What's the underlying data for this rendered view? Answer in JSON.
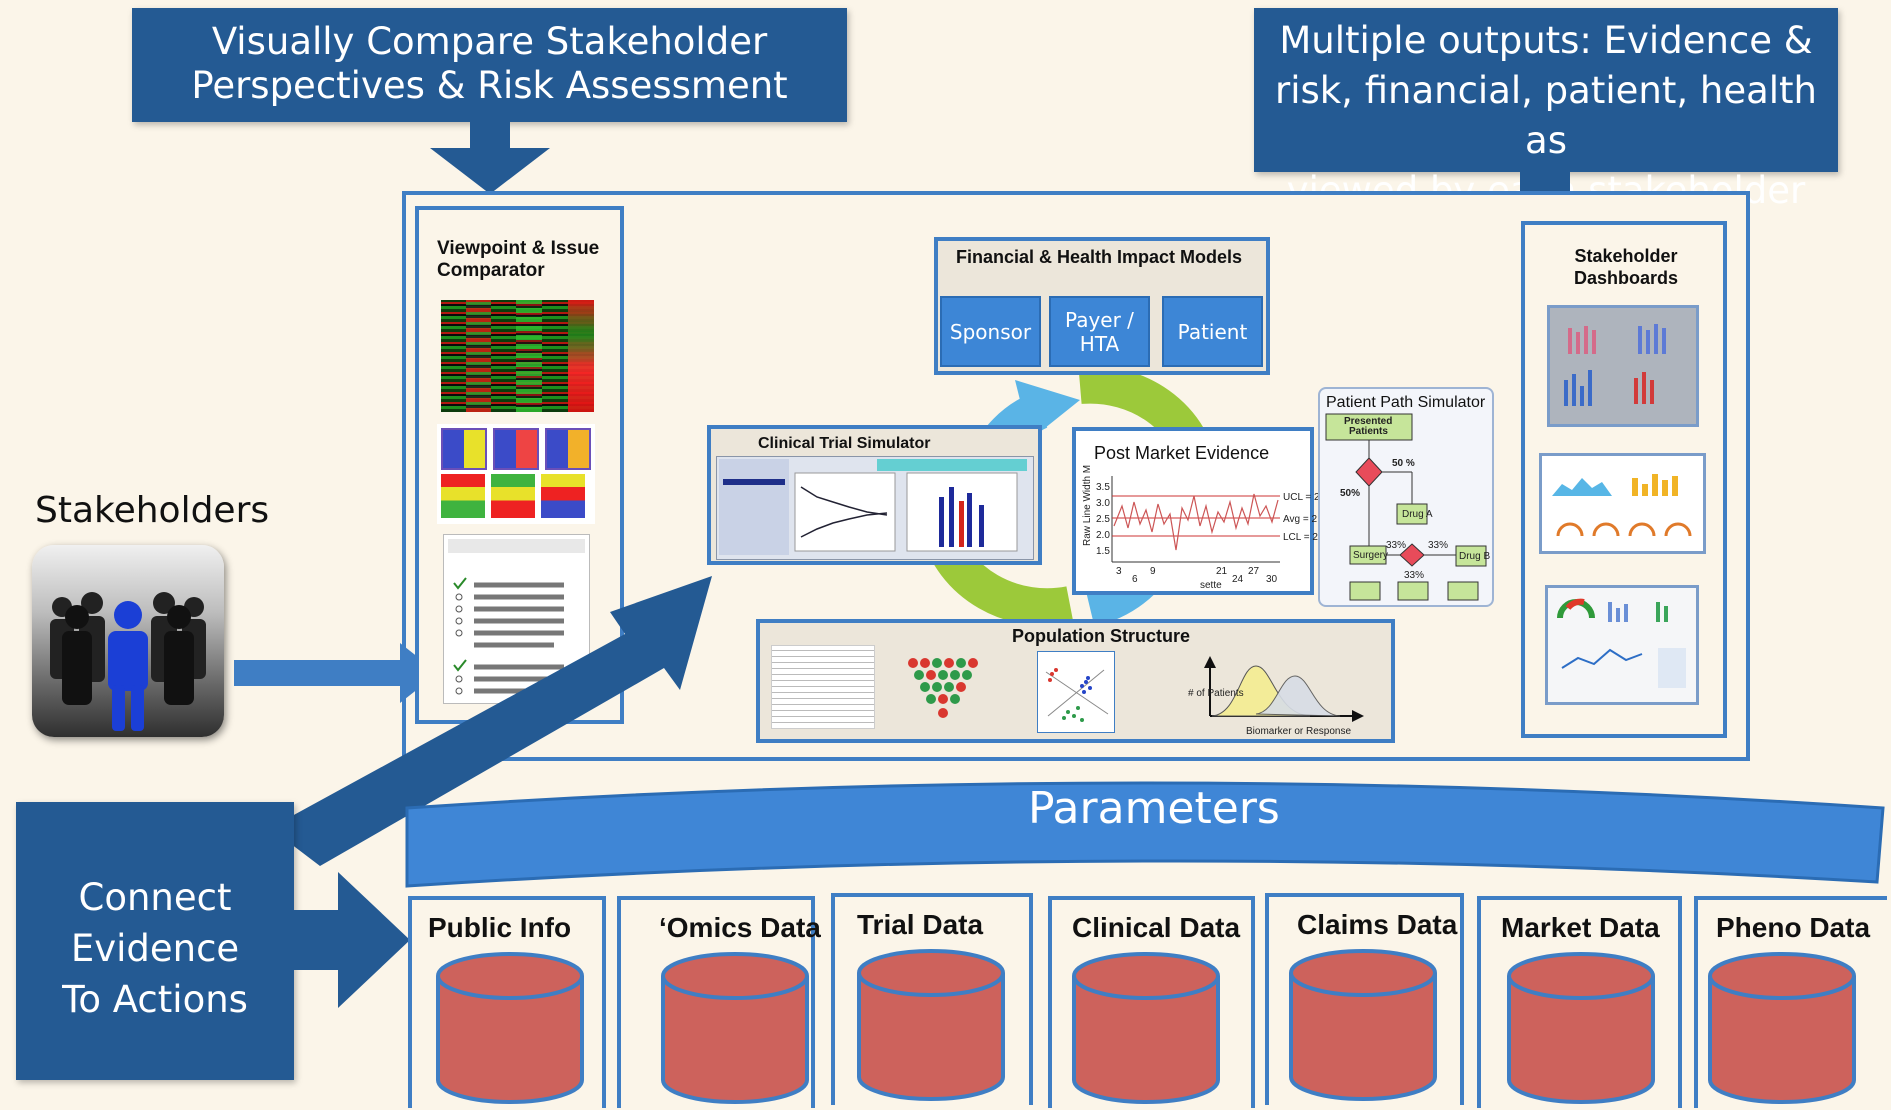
{
  "callouts": {
    "compare": [
      "Visually Compare Stakeholder",
      "Perspectives & Risk Assessment"
    ],
    "outputs": [
      "Multiple outputs:  Evidence &",
      "risk, financial, patient, health as",
      "viewed by each stakeholder"
    ],
    "connect": [
      "Connect",
      "Evidence",
      "To Actions"
    ]
  },
  "stakeholders": {
    "label": "Stakeholders"
  },
  "viewpoint": {
    "title": "Viewpoint  & Issue Comparator"
  },
  "financial": {
    "title": "Financial & Health Impact Models",
    "buttons": [
      "Sponsor",
      "Payer / HTA",
      "Patient"
    ]
  },
  "clinical_trial": {
    "title": "Clinical Trial Simulator"
  },
  "post_market": {
    "title": "Post Market Evidence",
    "ylabel": "Raw Line Width M",
    "yticks": [
      "3.5",
      "3.0",
      "2.5",
      "2.0",
      "1.5"
    ],
    "xticks": [
      "3",
      "6",
      "9",
      "21",
      "24",
      "27",
      "30"
    ],
    "limits": [
      "UCL = 2",
      "Avg = 2",
      "LCL = 2"
    ],
    "xlabel_frag": "sette"
  },
  "patient_path": {
    "title": "Patient Path Simulator",
    "nodes": [
      "Presented Patients",
      "Drug A",
      "Surgery",
      "Drug B"
    ],
    "percents": [
      "50 %",
      "50%",
      "33%",
      "33%",
      "33%"
    ]
  },
  "population": {
    "title": "Population Structure",
    "ylabel": "# of Patients",
    "xlabel": "Biomarker or Response"
  },
  "dashboards": {
    "title": "Stakeholder Dashboards"
  },
  "parameters": {
    "label": "Parameters"
  },
  "data_sources": [
    "Public Info",
    "‘Omics Data",
    "Trial Data",
    "Clinical Data",
    "Claims Data",
    "Market Data",
    "Pheno Data"
  ],
  "colors": {
    "callout": "#245a93",
    "frame": "#3f7ec4",
    "button": "#3d86d6",
    "cylinder": "#cd625c",
    "cycle_blue": "#5ab4e6",
    "cycle_green": "#9cc93a",
    "background": "#fbf5e9"
  }
}
